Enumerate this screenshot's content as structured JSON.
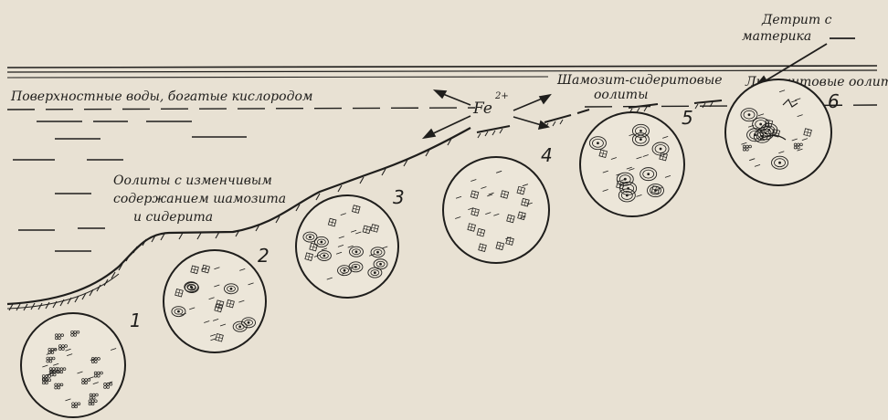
{
  "labels": {
    "detritus_line1": "Детрит с",
    "detritus_line2": "материка",
    "surface_waters": "Поверхностные воды, богатые кислородом",
    "chamosite_siderite_line1": "Шамозит-сидеритовые",
    "chamosite_siderite_line2": "оолиты",
    "limonite_oolites": "Лимонитовые оолиты",
    "iron_ion": "Fe",
    "iron_charge": "2+",
    "variable_oolites_line1": "Оолиты с изменчивым",
    "variable_oolites_line2": "содержанием шамозита",
    "variable_oolites_line3": "и сидерита"
  },
  "samples": [
    {
      "number": "1"
    },
    {
      "number": "2"
    },
    {
      "number": "3"
    },
    {
      "number": "4"
    },
    {
      "number": "5"
    },
    {
      "number": "6"
    }
  ],
  "colors": {
    "paper": "#e8e1d3",
    "ink": "#1f1e1c"
  }
}
